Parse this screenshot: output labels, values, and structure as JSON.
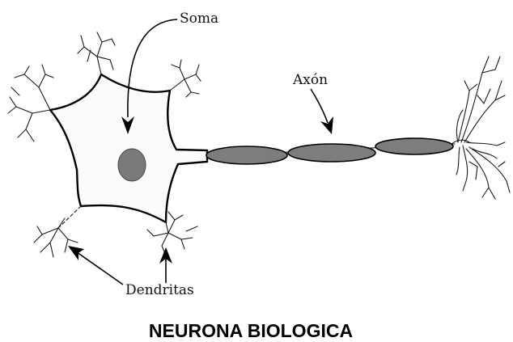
{
  "diagram": {
    "labels": {
      "soma": "Soma",
      "axon": "Axón",
      "dendrites": "Dendritas"
    },
    "title": "NEURONA BIOLOGICA",
    "colors": {
      "outline": "#000000",
      "nucleus": "#7a7a7a",
      "myelin": "#7d7d7d",
      "background": "#ffffff"
    }
  }
}
